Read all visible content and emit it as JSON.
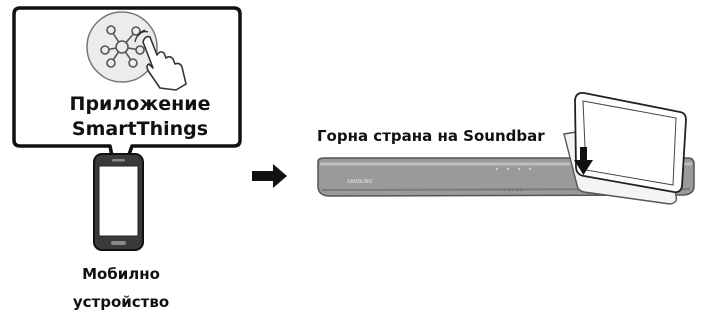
{
  "bubble": {
    "line1": "Приложение",
    "line2": "SmartThings"
  },
  "soundbar": {
    "top_label": "Горна страна на Soundbar",
    "brand": "SAMSUNG"
  },
  "phone": {
    "caption_line1": "Мобилно",
    "caption_line2": "устройство"
  },
  "icons": {
    "app": "smartthings-hub-icon",
    "hand": "tapping-hand-icon",
    "arrow": "right-arrow-icon",
    "down_arrow": "down-arrow-icon"
  }
}
